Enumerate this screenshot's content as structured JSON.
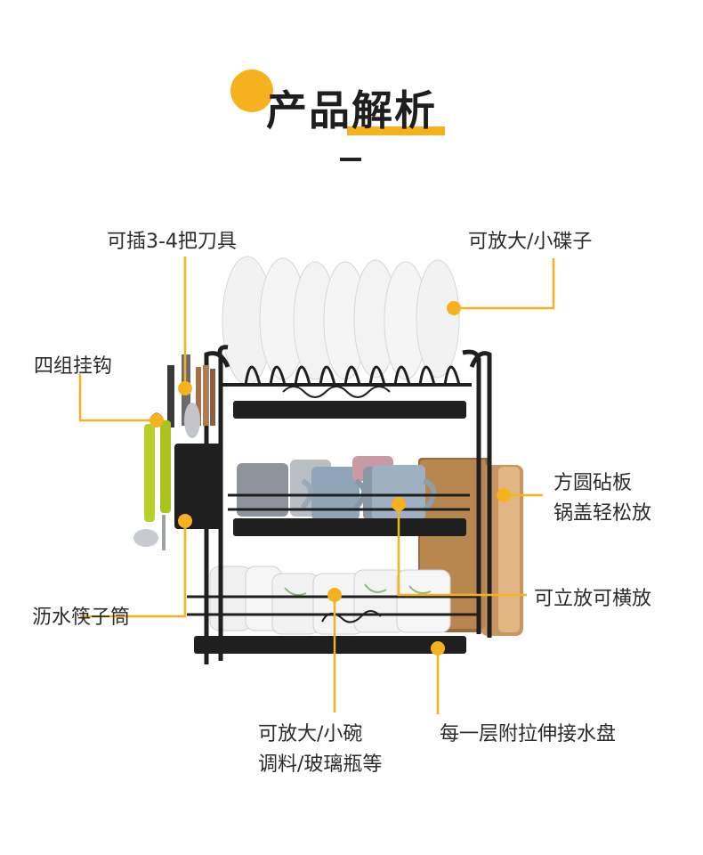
{
  "header": {
    "title": "产品解析"
  },
  "labels": {
    "knives": "可插3-4把刀具",
    "plates": "可放大/小碟子",
    "hooks": "四组挂钩",
    "board_line1": "方圆砧板",
    "board_line2": "锅盖轻松放",
    "vertical": "可立放可横放",
    "chopsticks": "沥水筷子筒",
    "bowls_line1": "可放大/小碗",
    "bowls_line2": "调料/玻璃瓶等",
    "tray": "每一层附拉伸接水盘"
  },
  "colors": {
    "accent": "#f6b21e",
    "rack": "#1f1f1f",
    "cup_gray": "#8d949c",
    "cup_blue": "#8fa6b8",
    "cup_pink": "#c99aa5",
    "handle_green": "#b7cf2a",
    "board_wood": "#b8874f",
    "plate_white": "#f2f2f2"
  },
  "icons": [
    "dish-rack-illustration",
    "callout-dot-icon"
  ]
}
